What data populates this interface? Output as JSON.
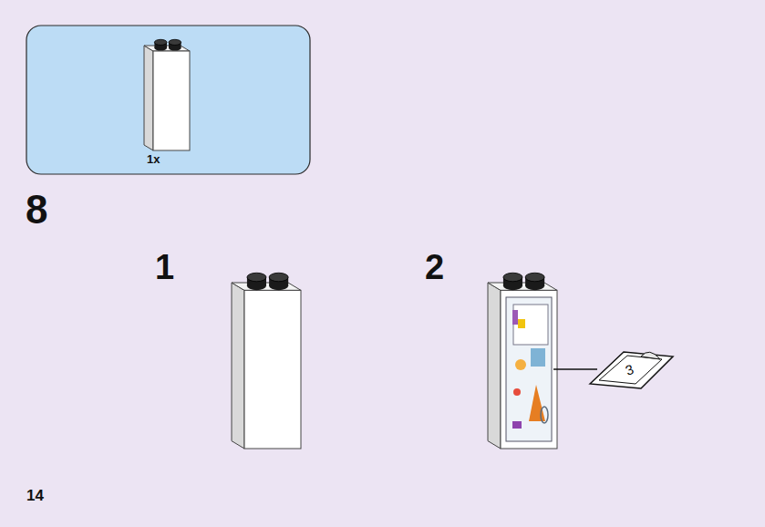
{
  "diagram": {
    "nodes": [
      {
        "text": [
          "1x"
        ]
      }
    ],
    "labels": [
      "8",
      "1",
      "2",
      "3",
      "14"
    ]
  }
}
